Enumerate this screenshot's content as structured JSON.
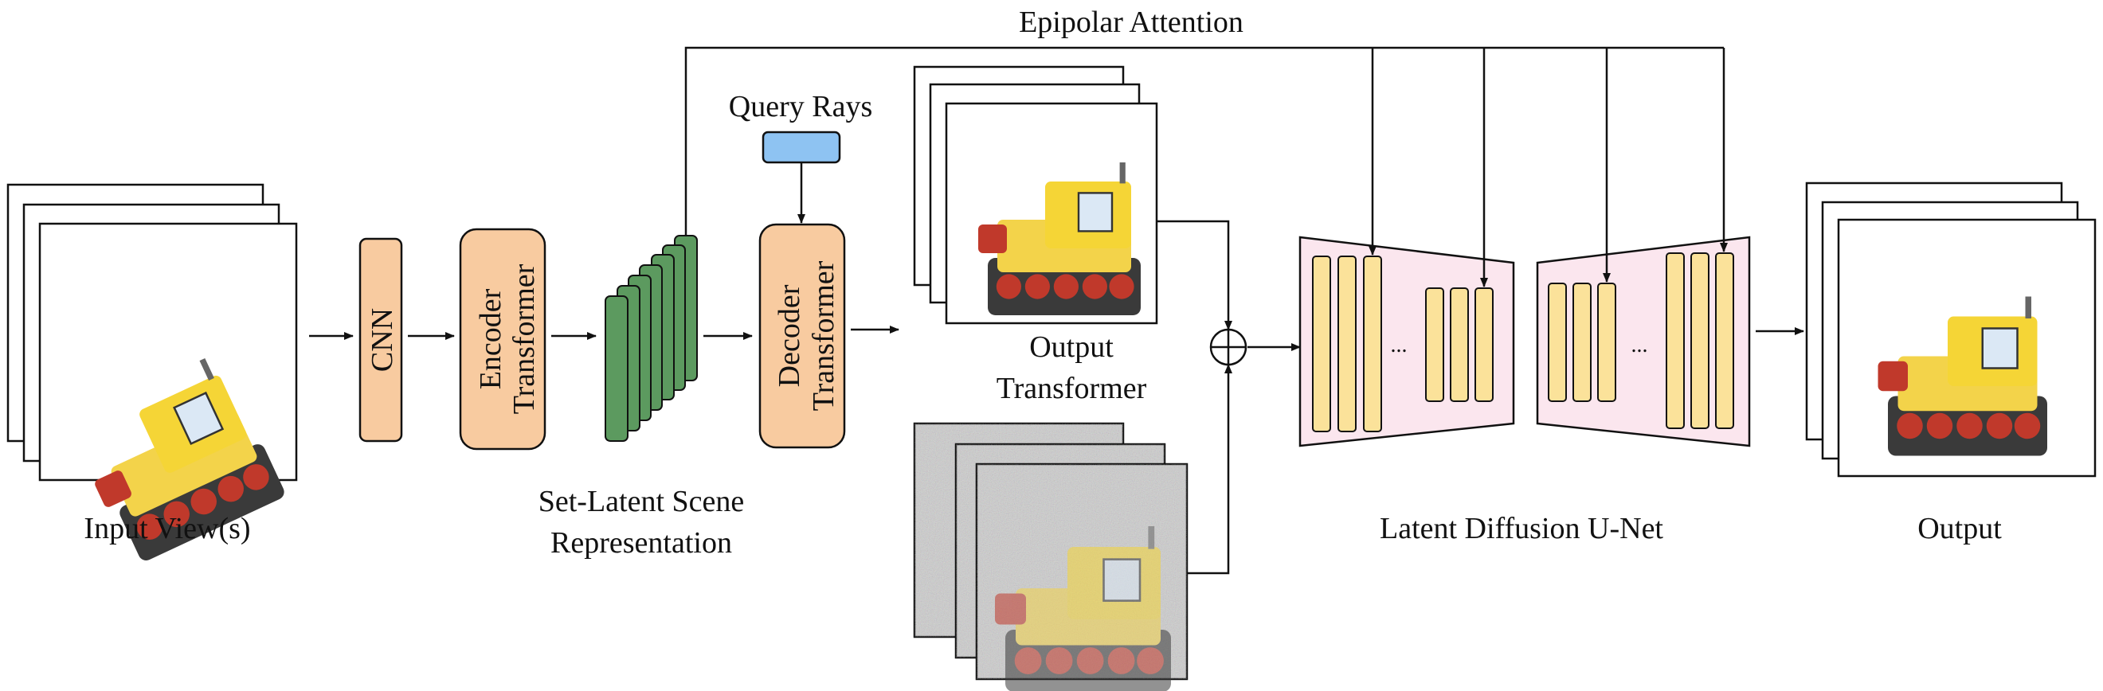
{
  "title": "Epipolar Attention",
  "labels": {
    "input_views": "Input View(s)",
    "set_latent_line1": "Set-Latent Scene",
    "set_latent_line2": "Representation",
    "query_rays": "Query Rays",
    "output_transformer_line1": "Output",
    "output_transformer_line2": "Transformer",
    "latent_diffusion": "Latent Diffusion U-Net",
    "output": "Output",
    "ellipsis": "..."
  },
  "blocks": {
    "cnn": "CNN",
    "encoder_line1": "Encoder",
    "encoder_line2": "Transformer",
    "decoder_line1": "Decoder",
    "decoder_line2": "Transformer"
  },
  "colors": {
    "orange_block": "#f8cba0",
    "green_latent": "#5c9a5f",
    "blue_query": "#8ec3f2",
    "unet_bg": "#fbe6ee",
    "unet_bar": "#fbe29a",
    "stroke": "#111111"
  }
}
